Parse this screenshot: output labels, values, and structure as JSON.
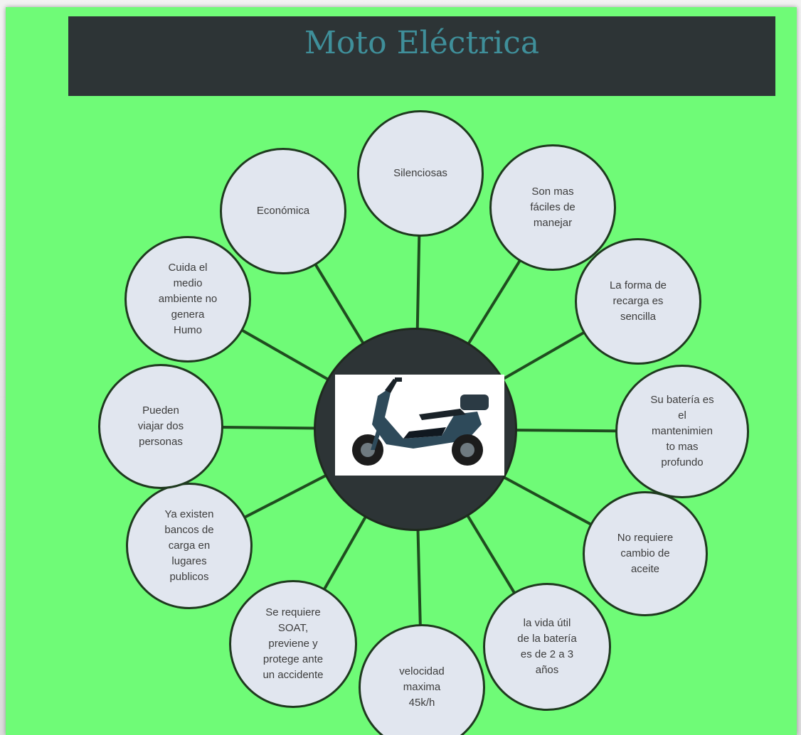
{
  "title": "Moto Eléctrica",
  "hub": {
    "image": "electric-scooter-photo"
  },
  "colors": {
    "background": "#6ffb77",
    "title_bar": "#2d3436",
    "title_text": "#3f8f9a",
    "bubble_fill": "#e1e6ef",
    "connector": "#1f4d1f"
  },
  "bubbles": [
    {
      "id": "silenciosas",
      "text": "Silenciosas"
    },
    {
      "id": "faciles",
      "text": "Son mas\nfáciles de\nmanejar"
    },
    {
      "id": "recarga",
      "text": "La forma de\nrecarga es\nsencilla"
    },
    {
      "id": "bateria-mant",
      "text": "Su batería es\nel\nmantenimien\nto mas\nprofundo"
    },
    {
      "id": "aceite",
      "text": "No requiere\ncambio de\naceite"
    },
    {
      "id": "vida-util",
      "text": "la vida útil\nde la batería\nes de 2 a 3\naños"
    },
    {
      "id": "velocidad",
      "text": "velocidad\nmaxima\n45k/h"
    },
    {
      "id": "soat",
      "text": "Se requiere\nSOAT,\npreviene y\nprotege ante\nun accidente"
    },
    {
      "id": "bancos",
      "text": "Ya existen\nbancos de\ncarga en\nlugares\npublicos"
    },
    {
      "id": "personas",
      "text": "Pueden\nviajar dos\npersonas"
    },
    {
      "id": "ambiente",
      "text": "Cuida el\nmedio\nambiente no\ngenera\nHumo"
    },
    {
      "id": "economica",
      "text": "Económica"
    }
  ]
}
